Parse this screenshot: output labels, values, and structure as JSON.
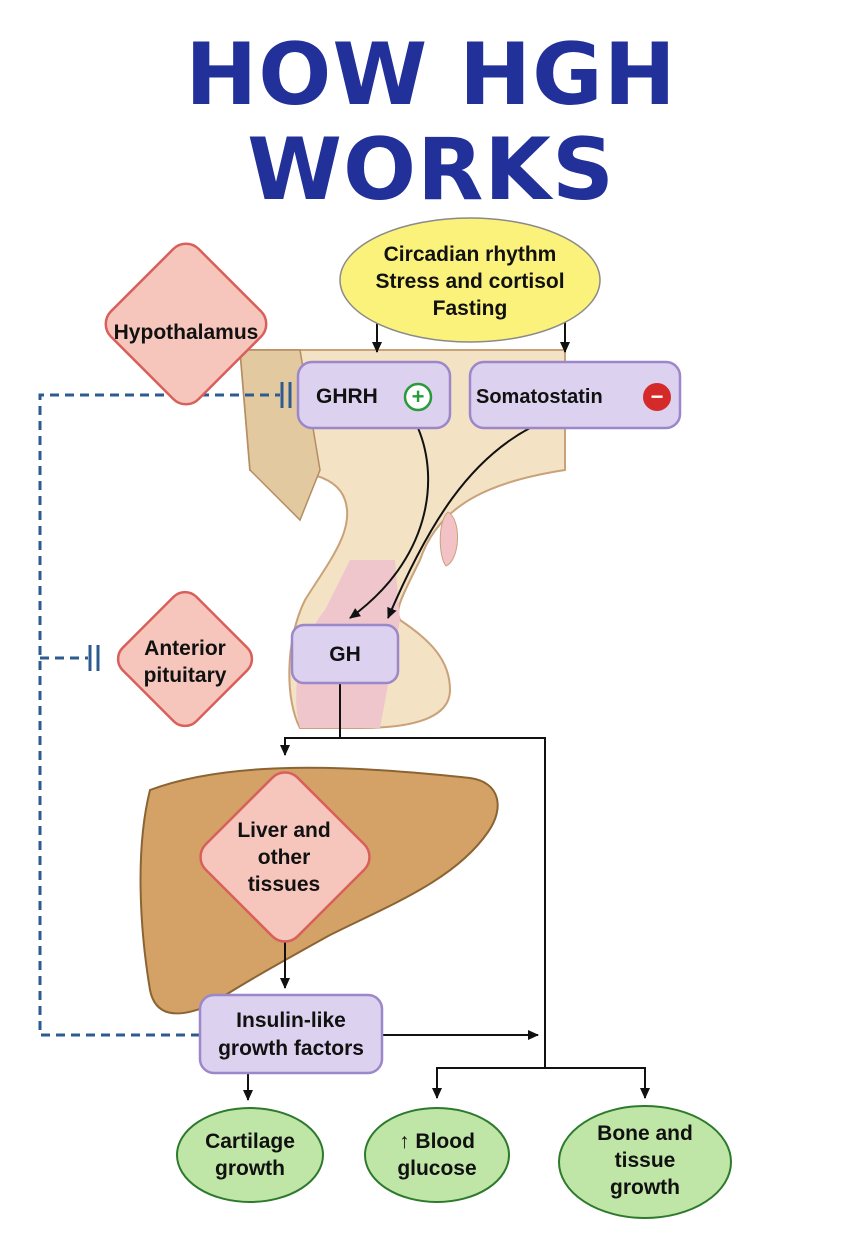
{
  "title": "HOW HGH WORKS",
  "stimuli": [
    "Circadian rhythm",
    "Stress and cortisol",
    "Fasting"
  ],
  "hypothalamus": "Hypothalamus",
  "anterior_pituitary": [
    "Anterior",
    "pituitary"
  ],
  "ghrh": {
    "label": "GHRH",
    "sign": "+"
  },
  "somatostatin": {
    "label": "Somatostatin",
    "sign": "−"
  },
  "gh": "GH",
  "liver": [
    "Liver and",
    "other",
    "tissues"
  ],
  "igf": [
    "Insulin-like",
    "growth factors"
  ],
  "outcomes": {
    "cartilage": [
      "Cartilage",
      "growth"
    ],
    "glucose": [
      "↑ Blood",
      "glucose"
    ],
    "bone": [
      "Bone and",
      "tissue",
      "growth"
    ]
  },
  "colors": {
    "title": "#22309a",
    "diamond_fill": "#f6c6bc",
    "diamond_stroke": "#d9605a",
    "hormone_fill": "#dcd1ee",
    "hormone_stroke": "#9b87c9",
    "stimulus_fill": "#faf27a",
    "outcome_fill": "#bfe6a6",
    "feedback": "#2e5b8f",
    "liver": "#d4a266",
    "plus": "#2a9a3a",
    "minus": "#d42a2a"
  }
}
